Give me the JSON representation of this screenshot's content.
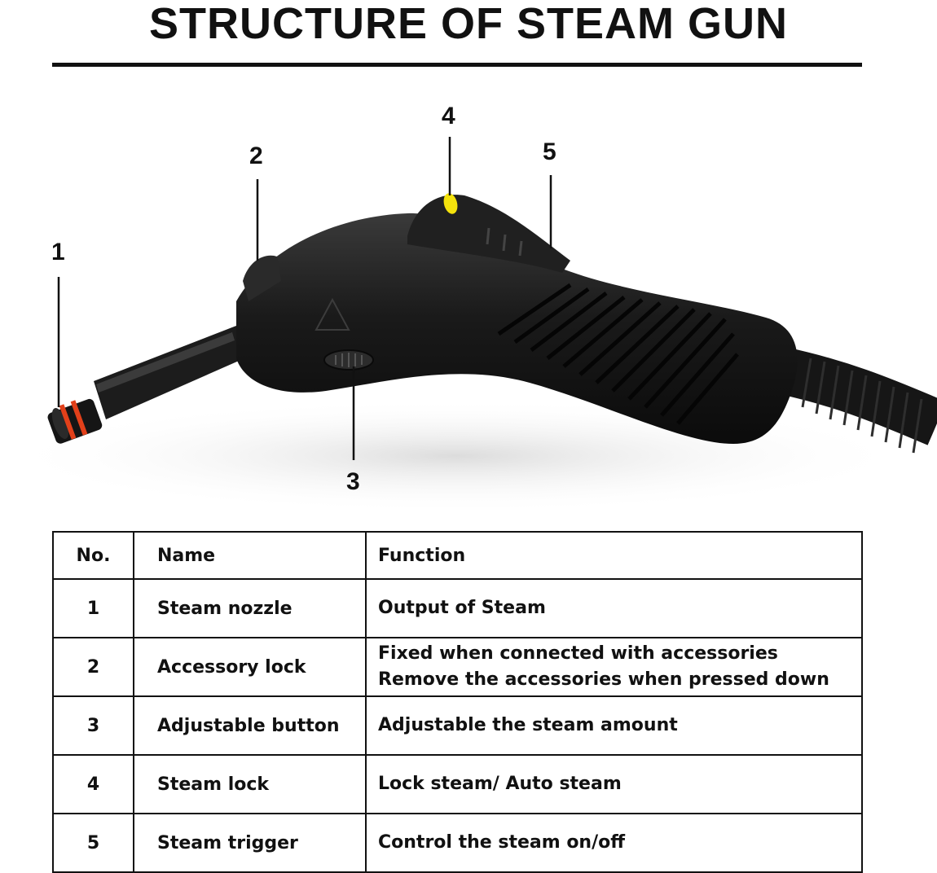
{
  "title": "STRUCTURE OF STEAM GUN",
  "callouts": [
    "1",
    "2",
    "3",
    "4",
    "5"
  ],
  "table": {
    "headers": {
      "no": "No.",
      "name": "Name",
      "function": "Function"
    },
    "rows": [
      {
        "no": "1",
        "name": "Steam nozzle",
        "function": [
          "Output of Steam"
        ]
      },
      {
        "no": "2",
        "name": "Accessory lock",
        "function": [
          "Fixed when connected with accessories",
          "Remove the accessories when pressed down"
        ]
      },
      {
        "no": "3",
        "name": "Adjustable button",
        "function": [
          "Adjustable the steam amount"
        ]
      },
      {
        "no": "4",
        "name": "Steam lock",
        "function": [
          "Lock steam/ Auto steam"
        ]
      },
      {
        "no": "5",
        "name": "Steam trigger",
        "function": [
          "Control the steam on/off"
        ]
      }
    ]
  },
  "colors": {
    "body": "#1a1a1a",
    "nozzle_ring": "#e2401a",
    "lock_accent": "#f4e20c"
  }
}
